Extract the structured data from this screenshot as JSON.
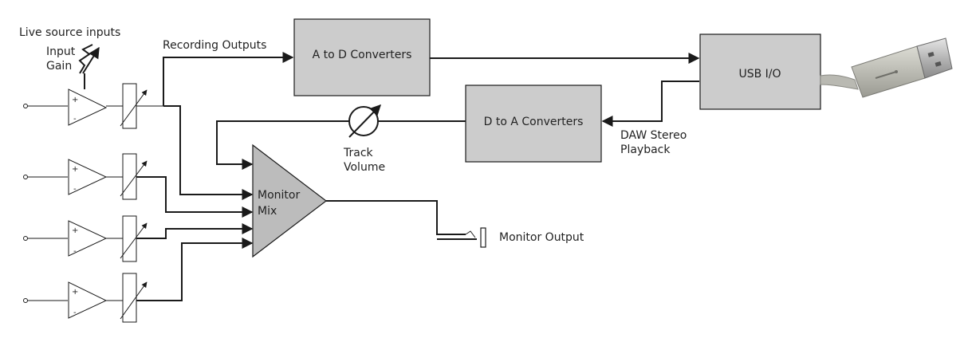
{
  "labels": {
    "live_inputs": "Live source inputs",
    "input_gain_line1": "Input",
    "input_gain_line2": "Gain",
    "recording_outputs": "Recording Outputs",
    "a_to_d": "A to D Converters",
    "usb_io": "USB I/O",
    "d_to_a": "D to A Converters",
    "daw_line1": "DAW Stereo",
    "daw_line2": "Playback",
    "track_line1": "Track",
    "track_line2": "Volume",
    "monitor_mix_line1": "Monitor",
    "monitor_mix_line2": "Mix",
    "monitor_output": "Monitor Output",
    "plus": "+",
    "minus": "-"
  },
  "icons": {
    "preamp": "op-amp-triangle-icon",
    "fader": "fader-icon",
    "input_gain": "variable-gain-arrow-icon",
    "track_volume": "volume-knob-icon",
    "usb": "usb-plug-icon",
    "jack": "headphone-jack-icon"
  },
  "colors": {
    "box_fill": "#cccccc",
    "mix_fill": "#bcbcbc",
    "line": "#1a1a1a"
  }
}
